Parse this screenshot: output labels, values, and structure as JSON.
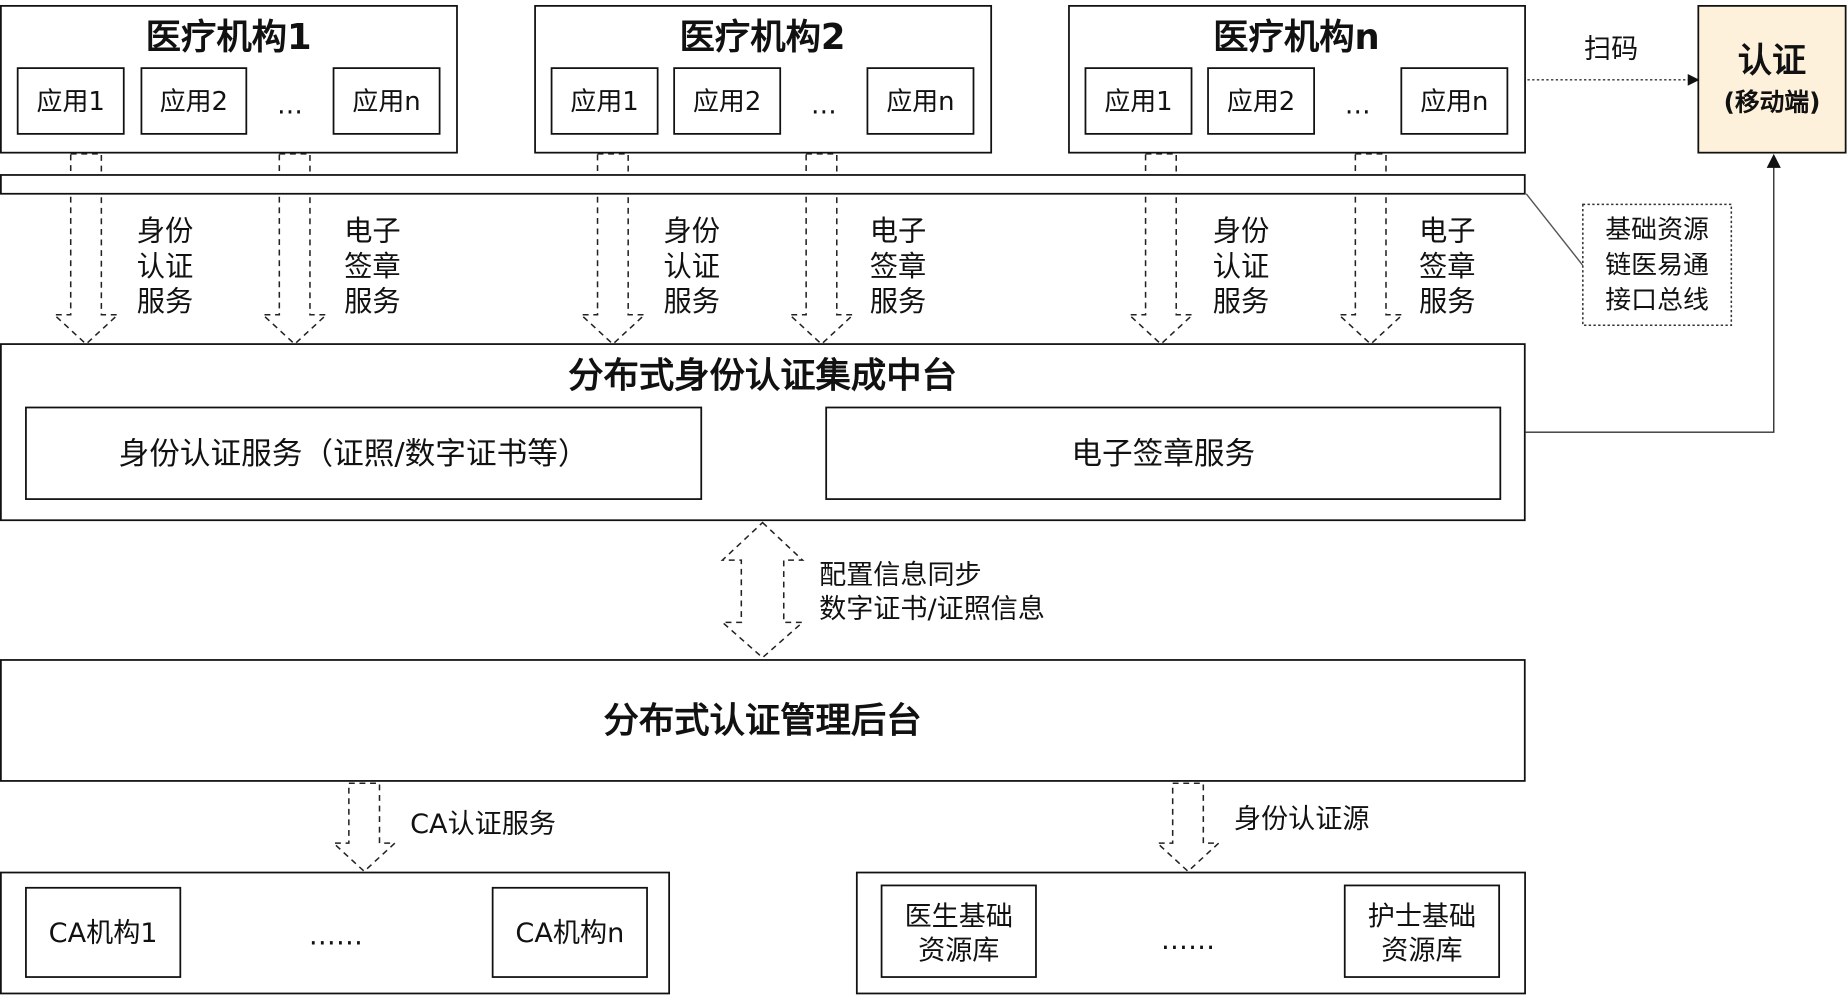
{
  "institutions": [
    {
      "title": "医疗机构1",
      "apps": [
        "应用1",
        "应用2",
        "…",
        "应用n"
      ]
    },
    {
      "title": "医疗机构2",
      "apps": [
        "应用1",
        "应用2",
        "…",
        "应用n"
      ]
    },
    {
      "title": "医疗机构n",
      "apps": [
        "应用1",
        "应用2",
        "…",
        "应用n"
      ]
    }
  ],
  "service_labels": {
    "identity": [
      "身份",
      "认证",
      "服务"
    ],
    "esign": [
      "电子",
      "签章",
      "服务"
    ]
  },
  "scan_label": "扫码",
  "mobile_auth": {
    "title": "认证",
    "subtitle": "(移动端)"
  },
  "bus_note": {
    "lines": [
      "基础资源",
      "链医易通",
      "接口总线"
    ]
  },
  "platform": {
    "title": "分布式身份认证集成中台",
    "services": [
      "身份认证服务（证照/数字证书等）",
      "电子签章服务"
    ]
  },
  "sync_labels": [
    "配置信息同步",
    "数字证书/证照信息"
  ],
  "backend": {
    "title": "分布式认证管理后台"
  },
  "ca_service_label": "CA认证服务",
  "identity_source_label": "身份认证源",
  "ca_group": {
    "items": [
      "CA机构1",
      "……",
      "CA机构n"
    ]
  },
  "resource_group": {
    "left": [
      "医生基础",
      "资源库"
    ],
    "ellipsis": "……",
    "right": [
      "护士基础",
      "资源库"
    ]
  },
  "colors": {
    "mobile_auth_fill": "#fdf1dc"
  }
}
